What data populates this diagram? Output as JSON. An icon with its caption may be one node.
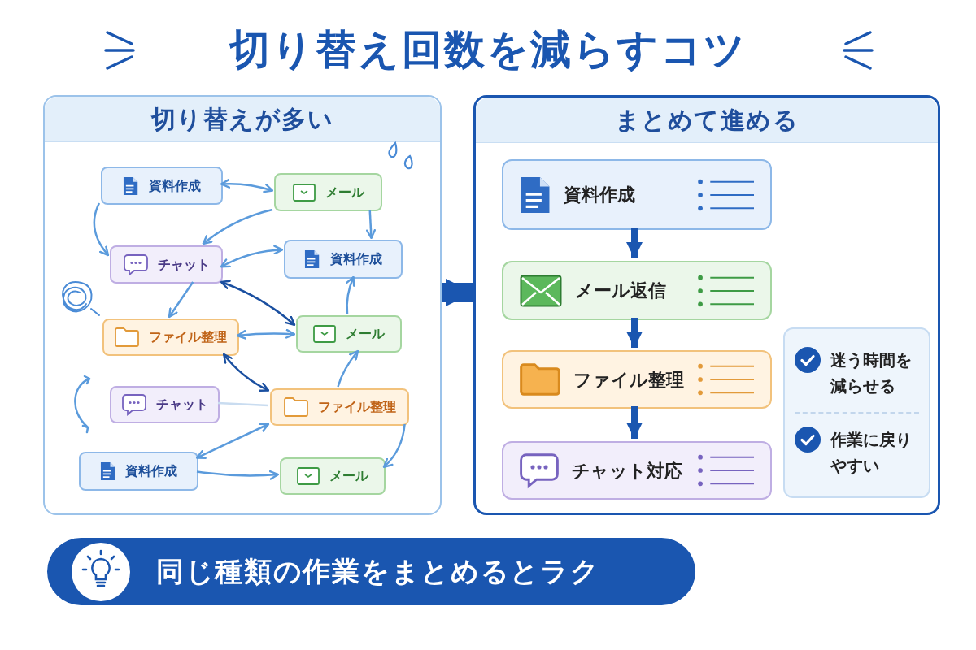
{
  "diagram": {
    "title": "切り替え回数を減らすコツ",
    "nodes": [
      {
        "text": [
          "切り替えが多い"
        ]
      },
      {
        "text": [
          "資料作成"
        ],
        "in": 0
      },
      {
        "text": [
          "メール"
        ],
        "in": 0
      },
      {
        "text": [
          "チャット"
        ],
        "in": 0
      },
      {
        "text": [
          "資料作成"
        ],
        "in": 0
      },
      {
        "text": [
          "ファイル整理"
        ],
        "in": 0
      },
      {
        "text": [
          "メール"
        ],
        "in": 0
      },
      {
        "text": [
          "チャット"
        ],
        "in": 0
      },
      {
        "text": [
          "ファイル整理"
        ],
        "in": 0
      },
      {
        "text": [
          "資料作成"
        ],
        "in": 0
      },
      {
        "text": [
          "メール"
        ],
        "in": 0
      },
      {
        "text": [
          "まとめて進める"
        ]
      },
      {
        "text": [
          "資料作成"
        ],
        "in": 11
      },
      {
        "text": [
          "メール返信"
        ],
        "in": 11
      },
      {
        "text": [
          "ファイル整理"
        ],
        "in": 11
      },
      {
        "text": [
          "チャット対応"
        ],
        "in": 11
      },
      {
        "text": [
          "迷う時間を減らせる",
          "作業に戻りやすい"
        ],
        "in": 11
      },
      {
        "text": [
          "同じ種類の作業をまとめるとラク"
        ]
      }
    ],
    "edges": [
      {
        "from": 1,
        "to": 2,
        "arrow": "both"
      },
      {
        "from": 2,
        "to": 3,
        "arrow": "to"
      },
      {
        "from": 2,
        "to": 4,
        "arrow": "to"
      },
      {
        "from": 1,
        "to": 3,
        "arrow": "to"
      },
      {
        "from": 3,
        "to": 4,
        "arrow": "both"
      },
      {
        "from": 3,
        "to": 6,
        "arrow": "both",
        "color": "#1a4fa0"
      },
      {
        "from": 3,
        "to": 5,
        "arrow": "to"
      },
      {
        "from": 6,
        "to": 4,
        "arrow": "to"
      },
      {
        "from": 5,
        "to": 6,
        "arrow": "both"
      },
      {
        "from": 5,
        "to": 8,
        "arrow": "both",
        "color": "#1a4fa0"
      },
      {
        "from": 7,
        "to": 8,
        "arrow": "none",
        "color": "#c9dcf0"
      },
      {
        "from": 8,
        "to": 6,
        "arrow": "to"
      },
      {
        "from": 9,
        "to": 8,
        "arrow": "both"
      },
      {
        "from": 9,
        "to": 10,
        "arrow": "to"
      },
      {
        "from": 8,
        "to": 10,
        "arrow": "to"
      },
      {
        "from": 0,
        "to": 11,
        "arrow": "to",
        "style": "thick",
        "color": "#1a56b0"
      },
      {
        "from": 12,
        "to": 13,
        "arrow": "to",
        "style": "thick",
        "color": "#1a56b0"
      },
      {
        "from": 13,
        "to": 14,
        "arrow": "to",
        "style": "thick",
        "color": "#1a56b0"
      },
      {
        "from": 14,
        "to": 15,
        "arrow": "to",
        "style": "thick",
        "color": "#1a56b0"
      }
    ]
  }
}
